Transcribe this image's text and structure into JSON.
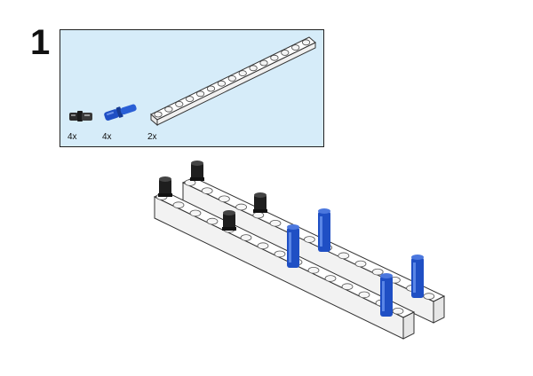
{
  "step": {
    "number": "1"
  },
  "parts": [
    {
      "icon": "black-technic-pin-icon",
      "quantity": "4x",
      "color": "#1a1a1a"
    },
    {
      "icon": "blue-technic-axle-pin-icon",
      "quantity": "4x",
      "color": "#1f4fc4"
    },
    {
      "icon": "white-technic-beam-15-icon",
      "quantity": "2x",
      "color": "#ffffff"
    }
  ],
  "colors": {
    "panel_background": "#d6ecf9",
    "panel_border": "#222222",
    "beam": "#ffffff",
    "blue_pin": "#1f4fc4",
    "black_pin": "#1a1a1a"
  }
}
